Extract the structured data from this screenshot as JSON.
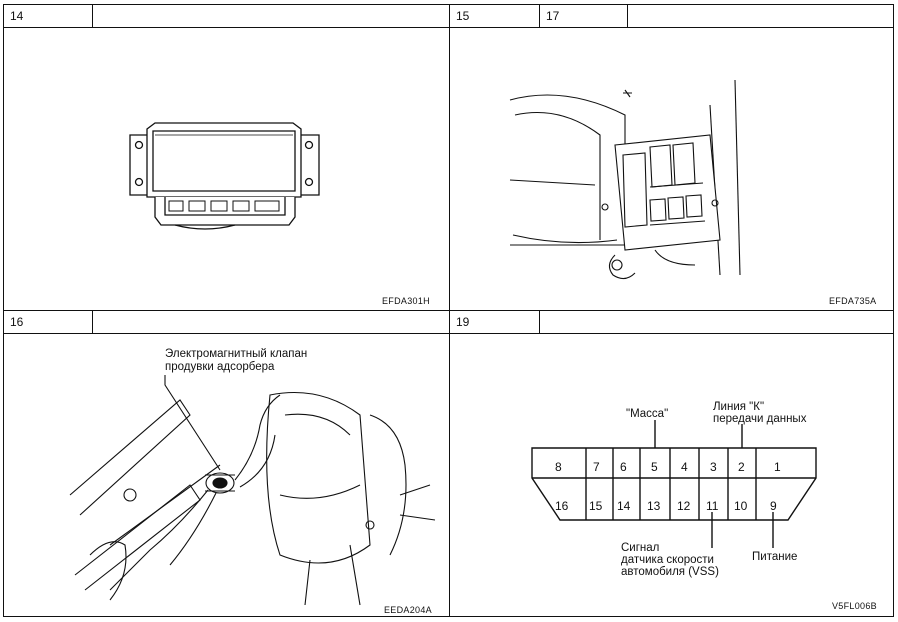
{
  "panels": {
    "p14": {
      "number": "14",
      "code": "EFDA301H"
    },
    "p15": {
      "number": "15",
      "sub_number": "17",
      "code": "EFDA735A"
    },
    "p16": {
      "number": "16",
      "code": "EEDA204A",
      "callout": [
        "Электромагнитный клапан",
        "продувки адсорбера"
      ]
    },
    "p19": {
      "number": "19",
      "code": "V5FL006B",
      "pins_top": [
        "8",
        "7",
        "6",
        "5",
        "4",
        "3",
        "2",
        "1"
      ],
      "pins_bottom": [
        "16",
        "15",
        "14",
        "13",
        "12",
        "11",
        "10",
        "9"
      ],
      "label_ground": "\"Масса\"",
      "label_k_line": [
        "Линия \"К\"",
        "передачи данных"
      ],
      "label_vss": [
        "Сигнал",
        "датчика скорости",
        "автомобиля (VSS)"
      ],
      "label_power": "Питание"
    }
  }
}
